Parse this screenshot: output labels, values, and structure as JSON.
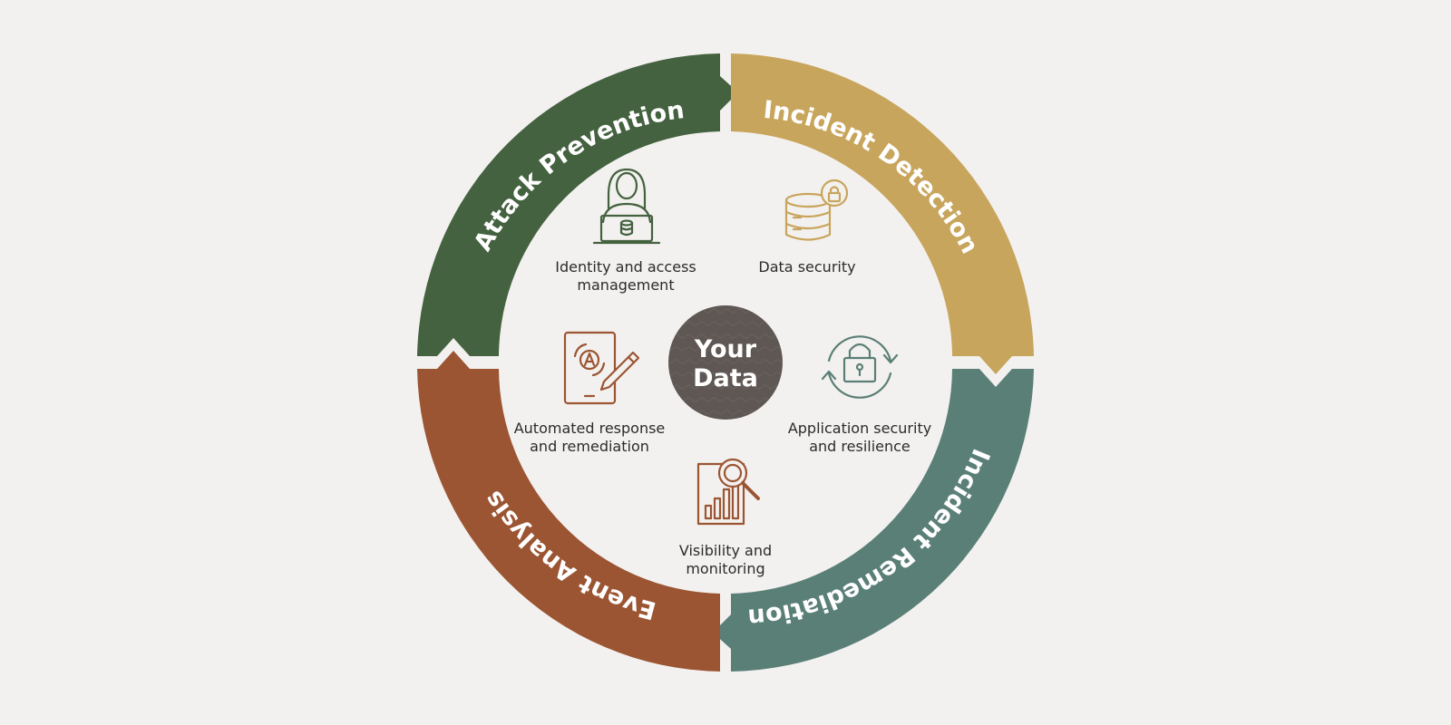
{
  "ring": [
    {
      "id": "attack-prevention",
      "label": "Attack Prevention",
      "color": "#44623f"
    },
    {
      "id": "incident-detection",
      "label": "Incident Detection",
      "color": "#c8a55c"
    },
    {
      "id": "incident-remediation",
      "label": "Incident Remediation",
      "color": "#5a7f77"
    },
    {
      "id": "event-analysis",
      "label": "Event Analysis",
      "color": "#9b5533"
    }
  ],
  "center": {
    "line1": "Your",
    "line2": "Data",
    "color": "#5e5753"
  },
  "features": [
    {
      "id": "identity",
      "icon": "person-laptop-icon",
      "line1": "Identity and access",
      "line2": "management",
      "color": "#44623f"
    },
    {
      "id": "data-security",
      "icon": "database-lock-icon",
      "line1": "Data security",
      "line2": "",
      "color": "#c8a55c"
    },
    {
      "id": "app-security",
      "icon": "padlock-cycle-icon",
      "line1": "Application security",
      "line2": "and resilience",
      "color": "#5a7f77"
    },
    {
      "id": "visibility",
      "icon": "chart-magnifier-icon",
      "line1": "Visibility and",
      "line2": "monitoring",
      "color": "#9b5533"
    },
    {
      "id": "automated",
      "icon": "tablet-pen-icon",
      "line1": "Automated response",
      "line2": "and remediation",
      "color": "#9b5533"
    }
  ]
}
